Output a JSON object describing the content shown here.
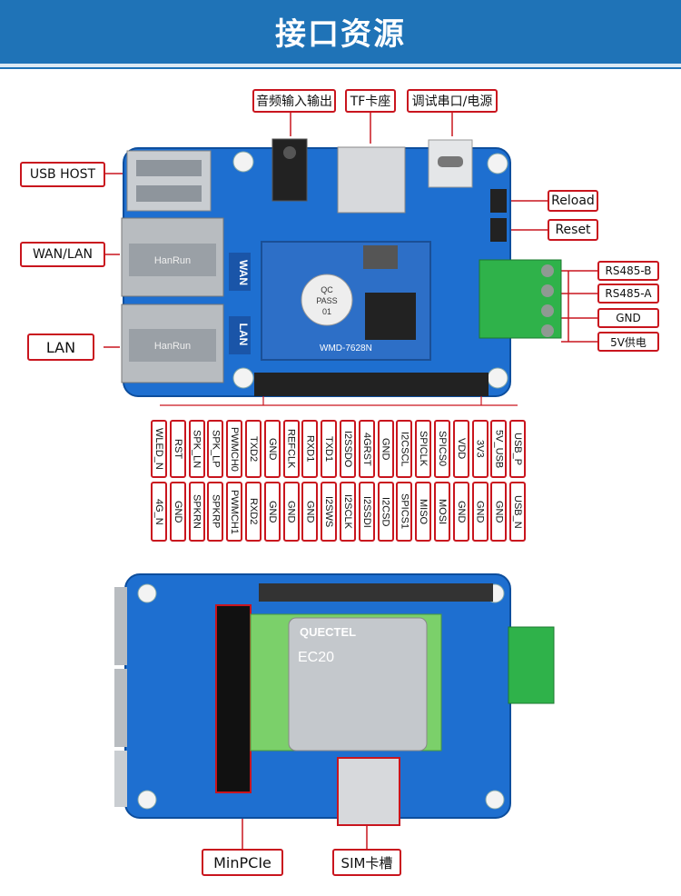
{
  "header": {
    "title": "接口资源"
  },
  "top_labels": {
    "audio": "音频输入输出",
    "tf": "TF卡座",
    "debug": "调试串口/电源"
  },
  "left_labels": {
    "usb_host": "USB HOST",
    "wan_lan": "WAN/LAN",
    "lan": "LAN"
  },
  "right_labels": {
    "reload": "Reload",
    "reset": "Reset",
    "rs485b": "RS485-B",
    "rs485a": "RS485-A",
    "gnd": "GND",
    "power5v": "5V供电"
  },
  "board": {
    "wan_text": "WAN",
    "lan_text": "LAN",
    "module_name": "WMD-7628N",
    "qc": "QC",
    "pass": "PASS",
    "qc_num": "01",
    "hanrun": "HanRun"
  },
  "pins_top": [
    "WLED_N",
    "RST",
    "SPK_LN",
    "SPK_LP",
    "PWMCH0",
    "TXD2",
    "GND",
    "REFCLK",
    "RXD1",
    "TXD1",
    "I2SSDO",
    "4GRST",
    "GND",
    "I2CSCL",
    "SPICLK",
    "SPICS0",
    "VDD",
    "3V3",
    "5V_USB",
    "USB_P"
  ],
  "pins_bottom": [
    "4G_N",
    "GND",
    "SPKRN",
    "SPKRP",
    "PWMCH1",
    "RXD2",
    "GND",
    "GND",
    "GND",
    "I2SWS",
    "I2SCLK",
    "I2SSDI",
    "I2CSD",
    "SPICS1",
    "MISO",
    "MOSI",
    "GND",
    "GND",
    "GND",
    "USB_N"
  ],
  "bottom_labels": {
    "minipcie": "MinPCIe",
    "sim": "SIM卡槽"
  },
  "module_bottom": {
    "brand": "QUECTEL",
    "model": "EC20"
  },
  "colors": {
    "accent": "#c9151e",
    "board": "#1e6fd0",
    "header": "#1f73b7"
  }
}
